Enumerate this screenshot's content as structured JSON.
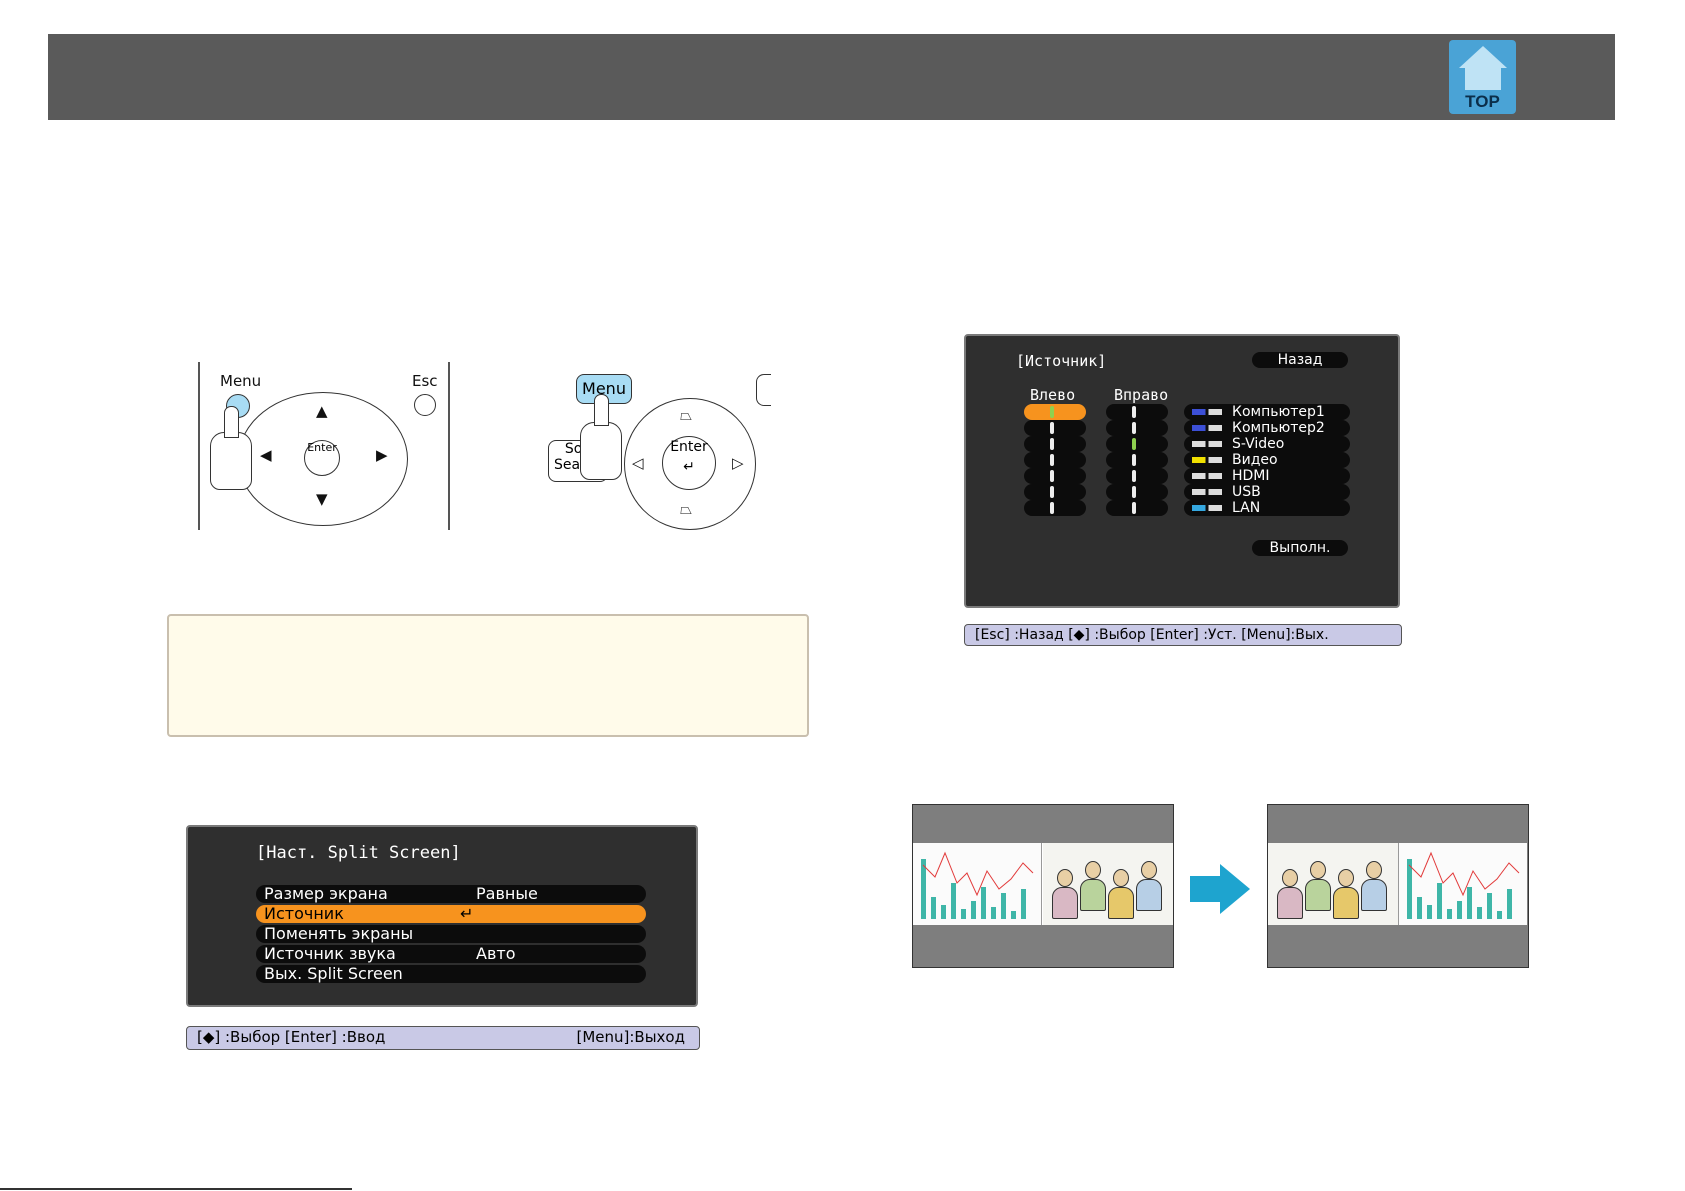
{
  "header": {
    "top_label": "TOP"
  },
  "remote_left": {
    "menu": "Menu",
    "esc": "Esc",
    "enter": "Enter"
  },
  "remote_right": {
    "menu": "Menu",
    "source_search_1": "Sou",
    "source_search_2": "Search",
    "enter": "Enter"
  },
  "split_menu": {
    "title": "[Наст. Split Screen]",
    "rows": [
      {
        "label": "Размер экрана",
        "value": "Равные"
      },
      {
        "label": "Источник",
        "value": "↵"
      },
      {
        "label": "Поменять экраны",
        "value": ""
      },
      {
        "label": "Источник звука",
        "value": "Авто"
      },
      {
        "label": "Вых. Split Screen",
        "value": ""
      }
    ],
    "selected_index": 1,
    "hint_left": "[◆] :Выбор  [Enter] :Ввод",
    "hint_right": "[Menu]:Выход"
  },
  "source_menu": {
    "title": "[Источник]",
    "back_button": "Назад",
    "col_left": "Влево",
    "col_right": "Вправо",
    "sources": [
      "Компьютер1",
      "Компьютер2",
      "S-Video",
      "Видео",
      "HDMI",
      "USB",
      "LAN"
    ],
    "left_selected_index": 0,
    "right_selected_index": 2,
    "execute_button": "Выполн.",
    "hint": "[Esc] :Назад  [◆] :Выбор  [Enter] :Уст.    [Menu]:Вых."
  },
  "colors": {
    "accent": "#f7931e",
    "highlight": "#a8dcf4",
    "arrow": "#1ea4cf"
  }
}
